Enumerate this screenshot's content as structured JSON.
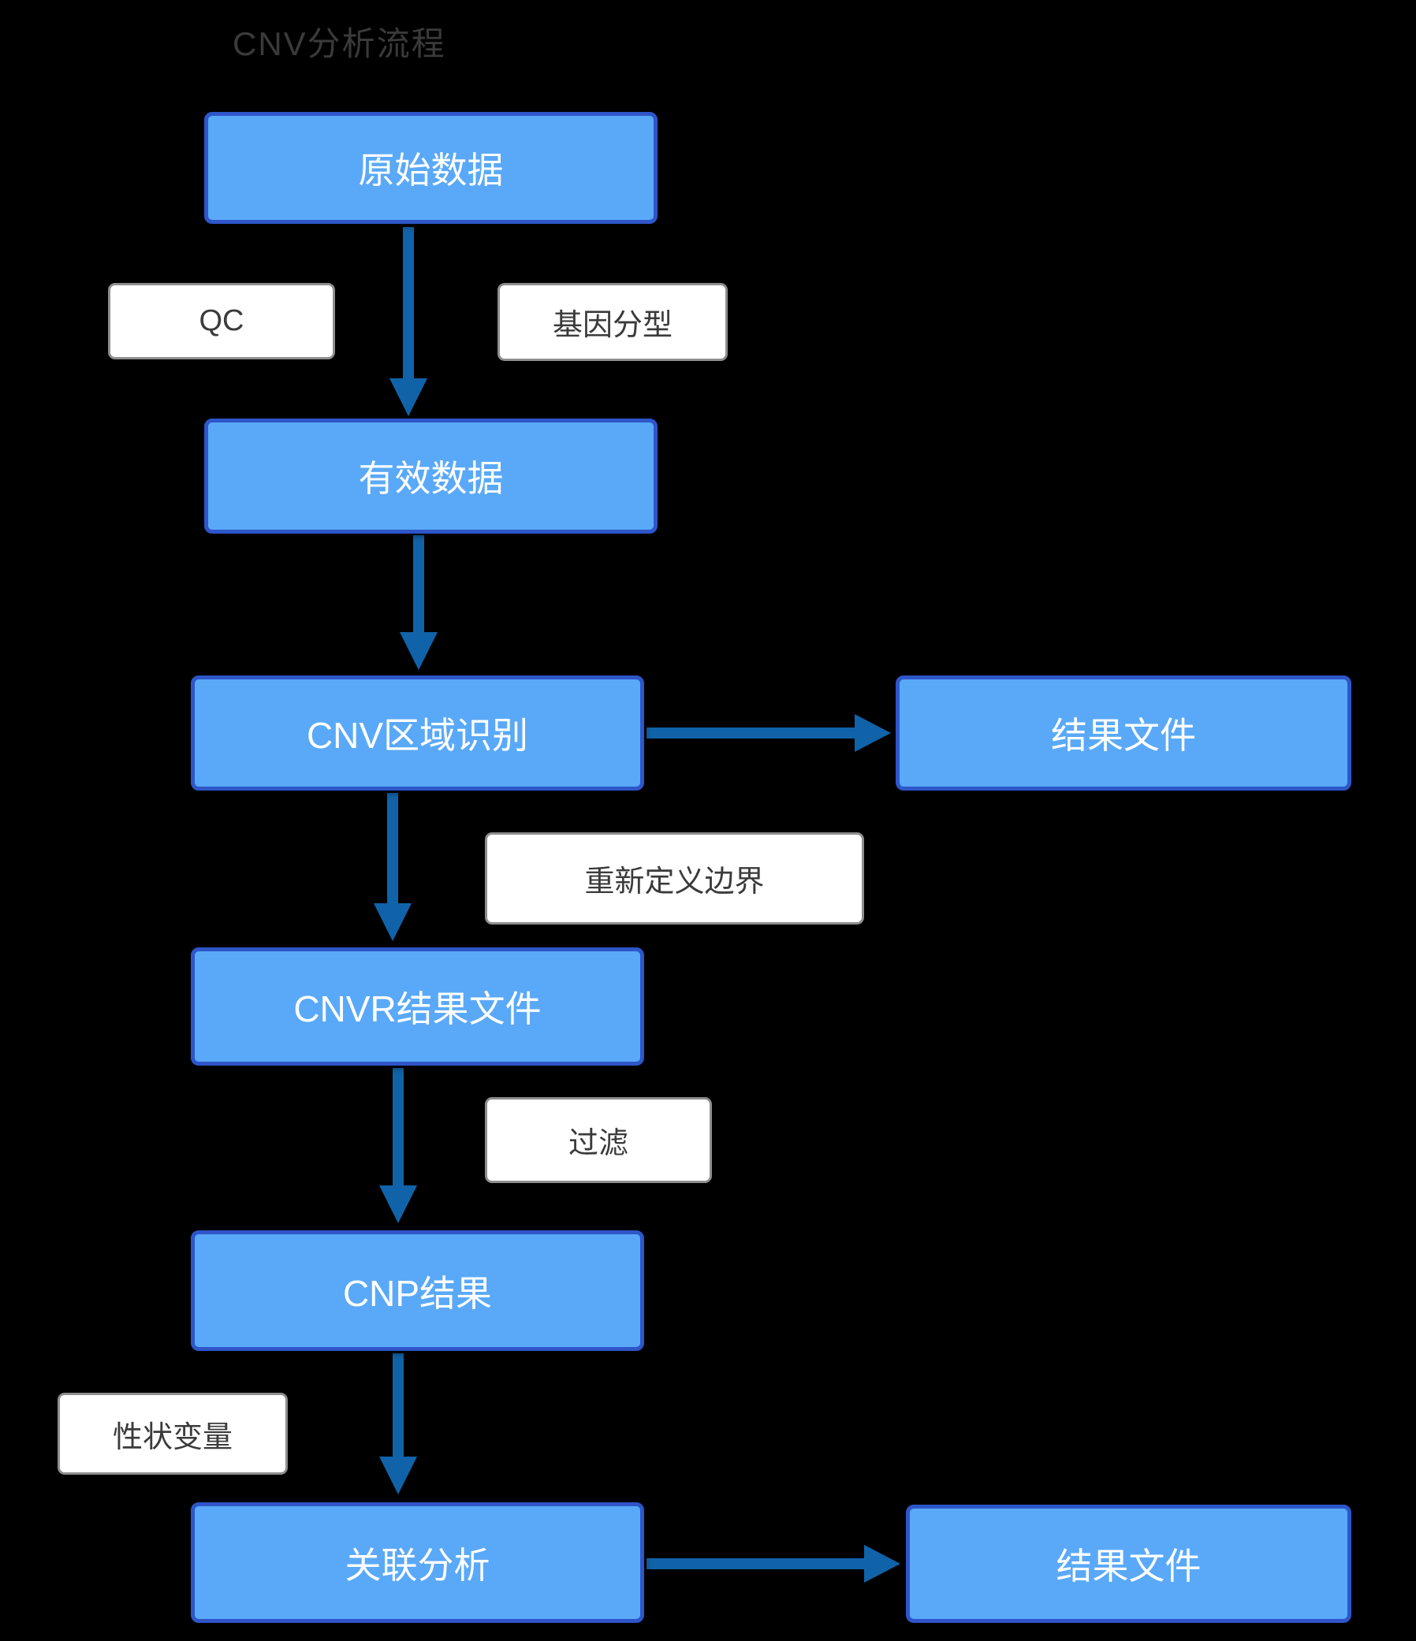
{
  "title": "CNV分析流程",
  "colors": {
    "background": "#000000",
    "node_fill": "#5aa9f8",
    "node_border": "#2e56c9",
    "node_text": "#ffffff",
    "arrow": "#1163a9",
    "label_fill": "#ffffff",
    "label_border": "#8e8e8e",
    "label_text": "#3b3b3b",
    "title_color": "#3a3a3a"
  },
  "nodes": [
    {
      "id": "raw",
      "label": "原始数据"
    },
    {
      "id": "valid",
      "label": "有效数据"
    },
    {
      "id": "cnv-region",
      "label": "CNV区域识别"
    },
    {
      "id": "result-1",
      "label": "结果文件"
    },
    {
      "id": "cnvr",
      "label": "CNVR结果文件"
    },
    {
      "id": "cnp",
      "label": "CNP结果"
    },
    {
      "id": "association",
      "label": "关联分析"
    },
    {
      "id": "result-2",
      "label": "结果文件"
    }
  ],
  "edge_labels": [
    {
      "id": "qc",
      "label": "QC"
    },
    {
      "id": "genotyping",
      "label": "基因分型"
    },
    {
      "id": "redefine",
      "label": "重新定义边界"
    },
    {
      "id": "filter",
      "label": "过滤"
    },
    {
      "id": "trait",
      "label": "性状变量"
    }
  ],
  "edges": [
    {
      "from": "raw",
      "to": "valid",
      "via_labels": [
        "QC",
        "基因分型"
      ]
    },
    {
      "from": "valid",
      "to": "cnv-region",
      "via_labels": []
    },
    {
      "from": "cnv-region",
      "to": "result-1",
      "via_labels": []
    },
    {
      "from": "cnv-region",
      "to": "cnvr",
      "via_labels": [
        "重新定义边界"
      ]
    },
    {
      "from": "cnvr",
      "to": "cnp",
      "via_labels": [
        "过滤"
      ]
    },
    {
      "from": "cnp",
      "to": "association",
      "via_labels": [
        "性状变量"
      ]
    },
    {
      "from": "association",
      "to": "result-2",
      "via_labels": []
    }
  ]
}
